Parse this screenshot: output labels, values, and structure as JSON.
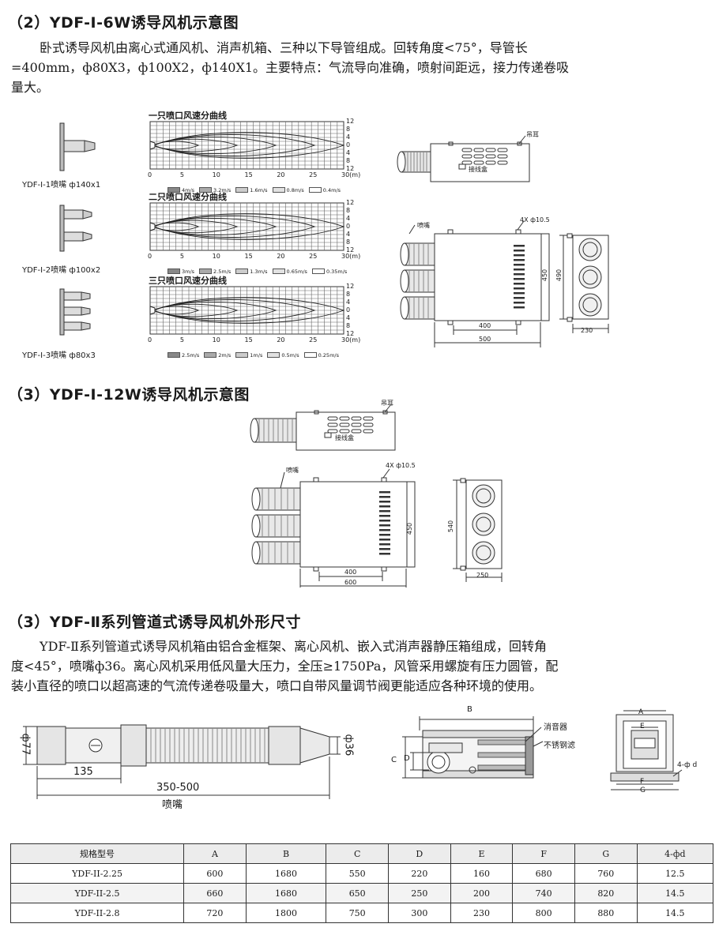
{
  "colors": {
    "ink": "#1a1a1a",
    "grid": "#555555",
    "panel": "#e6e6e6",
    "shade": "#9a9a9a"
  },
  "section1": {
    "heading": "（2）YDF-Ⅰ-6W诱导风机示意图",
    "para": [
      "卧式诱导风机由离心式通风机、消声机箱、三种以下导管组成。回转角度<75°，导管长",
      "=400mm，ф80X3，ф100X2，ф140X1。主要特点：气流导向准确，喷射间距远，接力传递卷吸",
      "量大。"
    ],
    "models": [
      {
        "caption": "YDF-Ⅰ-1喷嘴 ф140x1"
      },
      {
        "caption": "YDF-Ⅰ-2喷嘴 ф100x2"
      },
      {
        "caption": "YDF-Ⅰ-3喷嘴 ф80x3"
      }
    ],
    "charts": [
      {
        "title": "一只喷口风速分曲线",
        "legend": [
          "4m/s",
          "3.2m/s",
          "1.6m/s",
          "0.8m/s",
          "0.4m/s"
        ]
      },
      {
        "title": "二只喷口风速分曲线",
        "legend": [
          "3m/s",
          "2.5m/s",
          "1.3m/s",
          "0.65m/s",
          "0.35m/s"
        ]
      },
      {
        "title": "三只喷口风速分曲线",
        "legend": [
          "2.5m/s",
          "2m/s",
          "1m/s",
          "0.5m/s",
          "0.25m/s"
        ]
      }
    ],
    "x_ticks": [
      "0",
      "5",
      "10",
      "15",
      "20",
      "25",
      "30(m)"
    ],
    "y_ticks": [
      "12",
      "8",
      "4",
      "0",
      "4",
      "8",
      "12"
    ],
    "drawing": {
      "lug": "吊耳",
      "junction_box": "接线盒",
      "nozzle": "喷嘴",
      "holes": "4X ф10.5",
      "h450": "450",
      "w400": "400",
      "w500": "500",
      "h490": "490",
      "w230": "230"
    }
  },
  "section2": {
    "heading": "（3）YDF-Ⅰ-12W诱导风机示意图",
    "drawing": {
      "lug": "吊耳",
      "junction_box": "接线盒",
      "nozzle": "喷嘴",
      "holes": "4X ф10.5",
      "h450": "450",
      "w400": "400",
      "w600": "600",
      "h540": "540",
      "w250": "250"
    }
  },
  "section3": {
    "heading": "（3）YDF-Ⅱ系列管道式诱导风机外形尺寸",
    "para": [
      "YDF-Ⅱ系列管道式诱导风机箱由铝合金框架、离心风机、嵌入式消声器静压箱组成，回转角",
      "度<45°，喷嘴ф36。离心风机采用低风量大压力，全压≥1750Pa，风管采用螺旋有压力圆管，配",
      "装小直径的喷口以超高速的气流传递卷吸量大，喷口自带风量调节阀更能适应各种环境的使用。"
    ],
    "nozzle": {
      "d77": "ф77",
      "d36": "ф36",
      "l135": "135",
      "l350": "350-500",
      "label": "喷嘴"
    },
    "side": {
      "B": "B",
      "C": "C",
      "D": "D",
      "silencer": "消音器",
      "filter": "不锈钢滤"
    },
    "front": {
      "A": "A",
      "E": "E",
      "F": "F",
      "G": "G",
      "holes": "4-ф d"
    },
    "table": {
      "headers": [
        "规格型号",
        "A",
        "B",
        "C",
        "D",
        "E",
        "F",
        "G",
        "4-фd"
      ],
      "rows": [
        [
          "YDF-II-2.25",
          "600",
          "1680",
          "550",
          "220",
          "160",
          "680",
          "760",
          "12.5"
        ],
        [
          "YDF-II-2.5",
          "660",
          "1680",
          "650",
          "250",
          "200",
          "740",
          "820",
          "14.5"
        ],
        [
          "YDF-II-2.8",
          "720",
          "1800",
          "750",
          "300",
          "230",
          "800",
          "880",
          "14.5"
        ]
      ]
    }
  }
}
